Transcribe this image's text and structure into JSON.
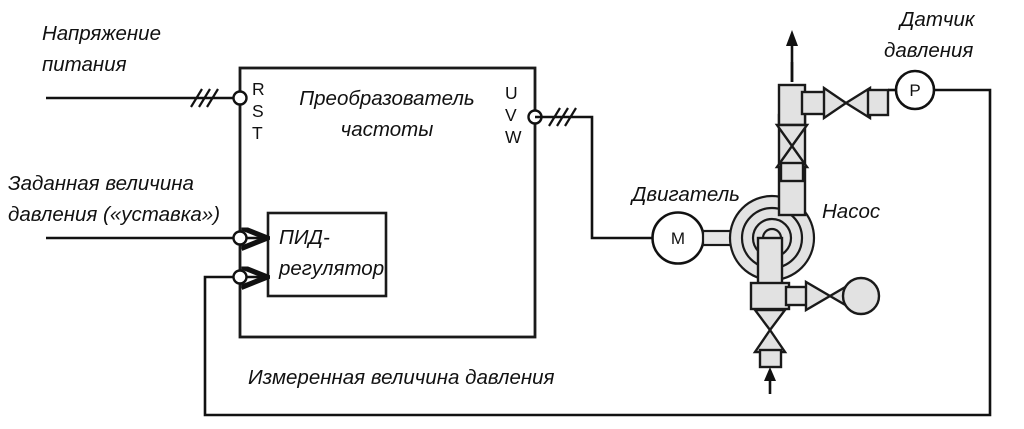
{
  "diagram": {
    "title_visible": false,
    "background": "#ffffff",
    "line_color": "#111111",
    "pipe_fill": "#e2e2e2"
  },
  "labels": {
    "supply_voltage_line1": "Напряжение",
    "supply_voltage_line2": "питания",
    "setpoint_line1": "Заданная величина",
    "setpoint_line2": "давления («уставка»)",
    "vfd_line1": "Преобразователь",
    "vfd_line2": "частоты",
    "pid_line1": "ПИД-",
    "pid_line2": "регулятор",
    "motor": "Двигатель",
    "pump": "Насос",
    "pressure_sensor_line1": "Датчик",
    "pressure_sensor_line2": "давления",
    "feedback": "Измеренная величина давления"
  },
  "terminals": {
    "input_r": "R",
    "input_s": "S",
    "input_t": "T",
    "output_u": "U",
    "output_v": "V",
    "output_w": "W"
  },
  "symbols": {
    "motor_symbol": "M",
    "pressure_symbol": "P"
  },
  "icons": {
    "three_phase_slash": "three-phase-hash-icon",
    "flow_arrow_up": "flow-arrow-up-icon",
    "flow_arrow_in": "flow-arrow-in-icon",
    "signal_arrow": "signal-arrow-icon"
  }
}
